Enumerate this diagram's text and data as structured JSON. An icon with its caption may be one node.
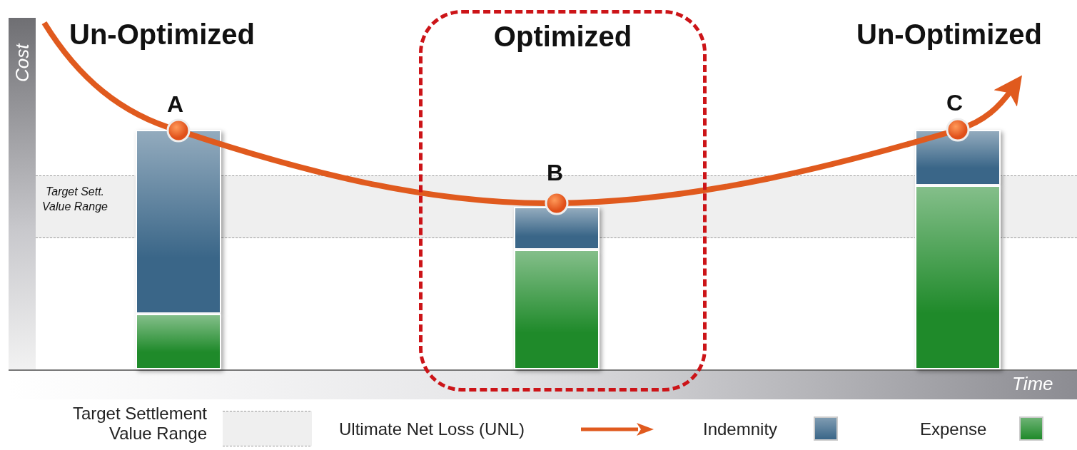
{
  "diagram": {
    "nodes": [
      {
        "text": [
          "Optimized"
        ]
      }
    ],
    "labels": [
      "Un-Optimized",
      "Un-Optimized",
      "Cost",
      "A",
      "C",
      "B",
      "Target Sett. Value Range",
      "Time"
    ],
    "legend": [
      {
        "text": "Target Settlement Value Range"
      },
      {
        "text": "Ultimate Net Loss (UNL)"
      },
      {
        "text": "Indemnity",
        "color": "#3a6688"
      },
      {
        "text": "Expense",
        "color": "#1f8a2a"
      }
    ]
  }
}
